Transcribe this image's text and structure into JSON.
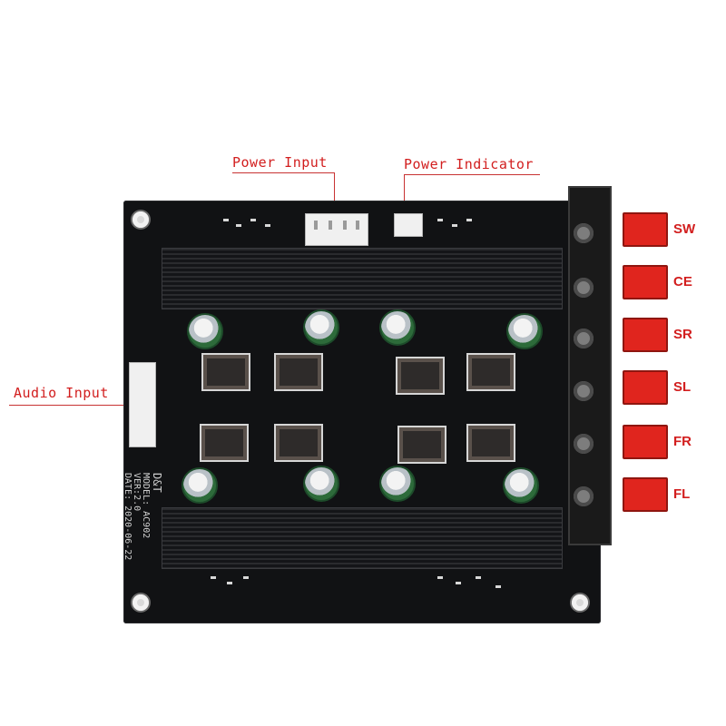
{
  "labels": {
    "power_input": "Power Input",
    "power_indicator": "Power Indicator",
    "audio_input": "Audio Input"
  },
  "terminals": [
    {
      "label": "SW"
    },
    {
      "label": "CE"
    },
    {
      "label": "SR"
    },
    {
      "label": "SL"
    },
    {
      "label": "FR"
    },
    {
      "label": "FL"
    }
  ],
  "board_text": {
    "brand": "D&T",
    "model": "MODEL: AC902",
    "version": "VER:2.0",
    "date": "DATE: 2020-06-22"
  },
  "colors": {
    "callout": "#d21e1e",
    "board": "#111214",
    "terminal": "#e0251e"
  }
}
